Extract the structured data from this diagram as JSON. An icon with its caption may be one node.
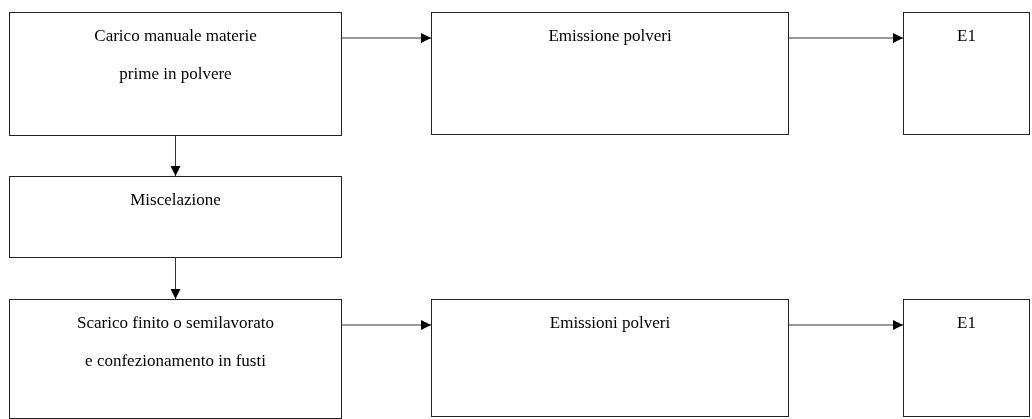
{
  "diagram": {
    "nodes": [
      {
        "text": [
          "Carico manuale materie prime in polvere"
        ]
      },
      {
        "text": [
          "Emissione polveri"
        ]
      },
      {
        "text": [
          "E1"
        ]
      },
      {
        "text": [
          "Miscelazione"
        ]
      },
      {
        "text": [
          "Scarico finito o semilavorato e confezionamento in fusti"
        ]
      },
      {
        "text": [
          "Emissioni polveri"
        ]
      },
      {
        "text": [
          "E1"
        ]
      }
    ],
    "edges": [
      {
        "from": 0,
        "to": 1,
        "arrow": "to"
      },
      {
        "from": 1,
        "to": 2,
        "arrow": "to"
      },
      {
        "from": 0,
        "to": 3,
        "arrow": "to"
      },
      {
        "from": 3,
        "to": 4,
        "arrow": "to"
      },
      {
        "from": 4,
        "to": 5,
        "arrow": "to"
      },
      {
        "from": 5,
        "to": 6,
        "arrow": "to"
      }
    ]
  }
}
